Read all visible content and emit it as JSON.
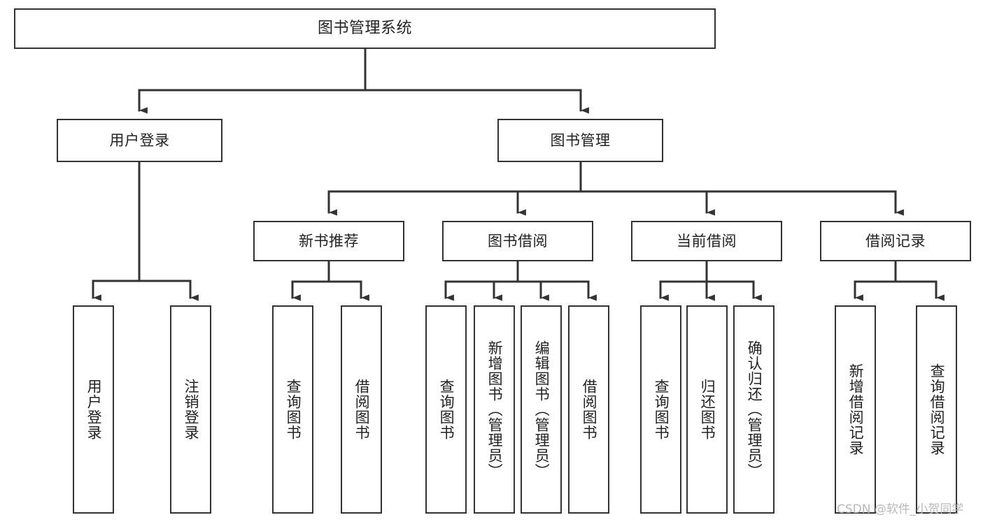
{
  "diagram": {
    "title": "图书管理系统",
    "type": "tree-hierarchy",
    "orientation": "top-down",
    "colors": {
      "background": "#ffffff",
      "node_fill": "#ffffff",
      "node_border": "#333333",
      "edge": "#333333",
      "text": "#222222",
      "watermark": "#b9b9b9"
    },
    "root": {
      "label": "图书管理系统"
    },
    "level2": [
      {
        "label": "用户登录"
      },
      {
        "label": "图书管理"
      }
    ],
    "level3": [
      {
        "label": "新书推荐"
      },
      {
        "label": "图书借阅"
      },
      {
        "label": "当前借阅"
      },
      {
        "label": "借阅记录"
      }
    ],
    "leaves_user_login": [
      {
        "label": "用户登录"
      },
      {
        "label": "注销登录"
      }
    ],
    "leaves_new_book": [
      {
        "label": "查询图书"
      },
      {
        "label": "借阅图书"
      }
    ],
    "leaves_borrow": [
      {
        "label": "查询图书"
      },
      {
        "label": "新增图书（管理员）"
      },
      {
        "label": "编辑图书（管理员）"
      },
      {
        "label": "借阅图书"
      }
    ],
    "leaves_current": [
      {
        "label": "查询图书"
      },
      {
        "label": "归还图书"
      },
      {
        "label": "确认归还（管理员）"
      }
    ],
    "leaves_record": [
      {
        "label": "新增借阅记录"
      },
      {
        "label": "查询借阅记录"
      }
    ]
  },
  "watermark": {
    "text": "CSDN @软件_小贺同学"
  }
}
